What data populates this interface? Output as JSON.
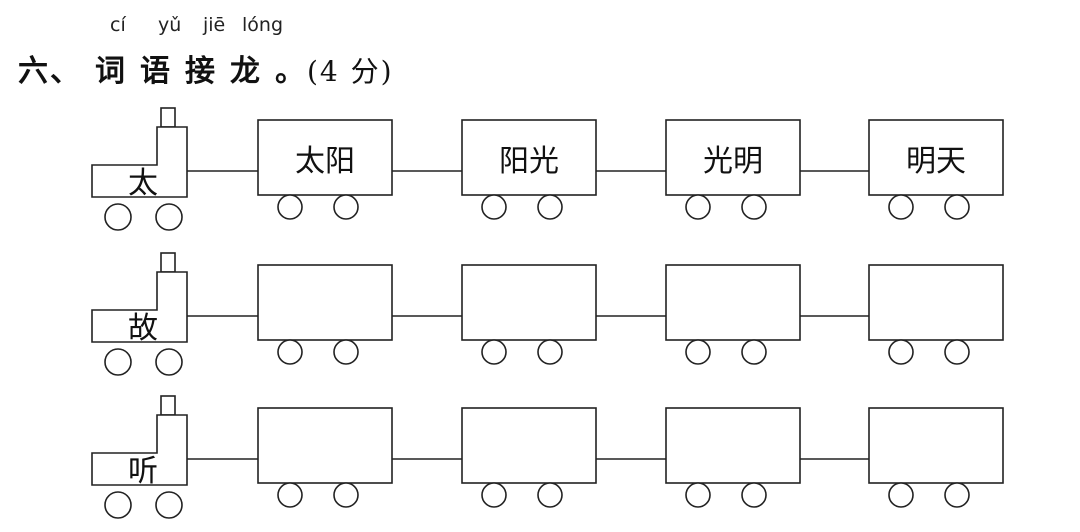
{
  "exercise": {
    "pinyin": [
      "cí",
      "yǔ",
      "jiē",
      "lóng"
    ],
    "number": "六、",
    "title_chars": [
      "词",
      "语",
      "接",
      "龙"
    ],
    "punct": "。",
    "score": "(4 分)"
  },
  "trains": [
    {
      "start_char": "太",
      "cars": [
        "太阳",
        "阳光",
        "光明",
        "明天"
      ]
    },
    {
      "start_char": "故",
      "cars": [
        "",
        "",
        "",
        ""
      ]
    },
    {
      "start_char": "听",
      "cars": [
        "",
        "",
        "",
        ""
      ]
    }
  ]
}
